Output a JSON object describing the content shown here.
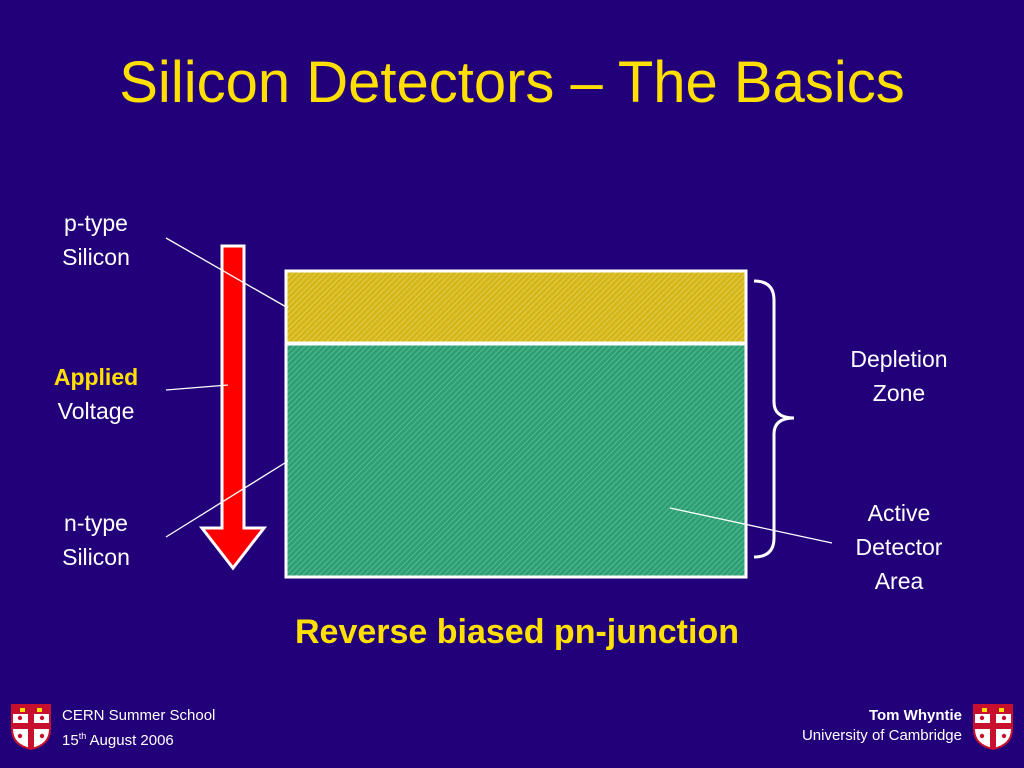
{
  "slide": {
    "title": "Silicon Detectors – The Basics",
    "subtitle": "Reverse biased pn-junction"
  },
  "labels": {
    "p_type": [
      "p-type",
      "Silicon"
    ],
    "applied_strong": "Applied",
    "applied_rest": "Voltage",
    "n_type": [
      "n-type",
      "Silicon"
    ],
    "depletion": [
      "Depletion",
      "Zone"
    ],
    "active": [
      "Active",
      "Detector",
      "Area"
    ]
  },
  "footer": {
    "left_line1": "CERN Summer School",
    "left_date_num": "15",
    "left_date_sup": "th",
    "left_date_rest": " August 2006",
    "right_name": "Tom Whyntie",
    "right_affil": "University of Cambridge",
    "crest_icon": "university-of-cambridge-crest-icon"
  },
  "colors": {
    "background": "#22007a",
    "title": "#ffe000",
    "p_layer": "#d4b61a",
    "n_layer": "#2f9e74",
    "arrow": "#ff0000",
    "crest_red": "#c8102e"
  }
}
